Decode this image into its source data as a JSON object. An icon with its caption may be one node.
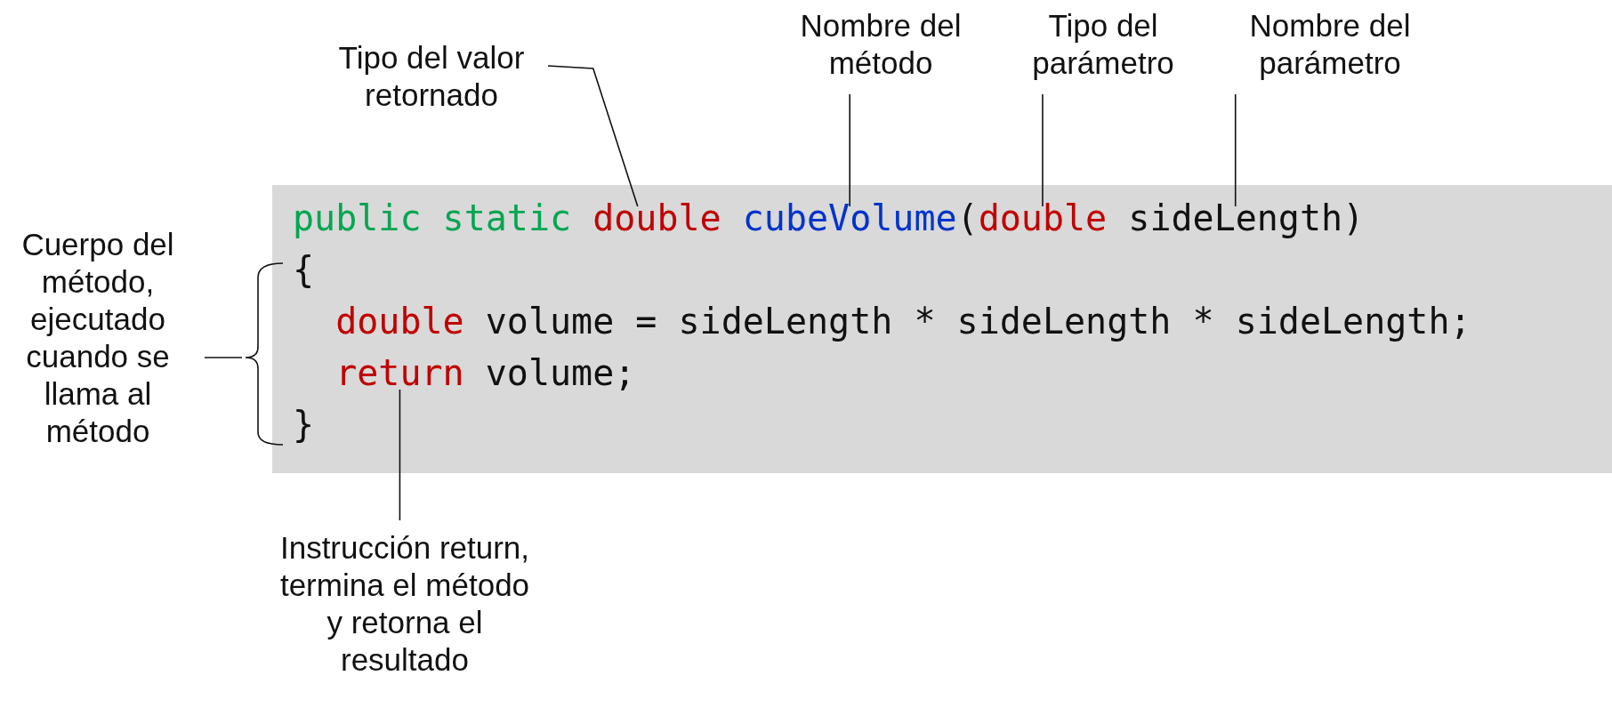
{
  "diagram": {
    "nodes": [
      {
        "text": [
          "public static double cubeVolume(double sideLength)",
          "{",
          "double volume = sideLength * sideLength * sideLength;",
          "return volume;",
          "}"
        ]
      },
      {
        "text": [
          "Tipo del valor retornado"
        ]
      },
      {
        "text": [
          "Nombre del método"
        ]
      },
      {
        "text": [
          "Tipo del parámetro"
        ]
      },
      {
        "text": [
          "Nombre del parámetro"
        ]
      },
      {
        "text": [
          "Cuerpo del método, ejecutado cuando se llama al método"
        ]
      },
      {
        "text": [
          "Instrucción return, termina el método y retorna el resultado"
        ]
      }
    ],
    "edges": [
      {
        "from": 1,
        "to": 0,
        "arrow": "none"
      },
      {
        "from": 2,
        "to": 0,
        "arrow": "none"
      },
      {
        "from": 3,
        "to": 0,
        "arrow": "none"
      },
      {
        "from": 4,
        "to": 0,
        "arrow": "none"
      },
      {
        "from": 5,
        "to": 0,
        "arrow": "none"
      },
      {
        "from": 6,
        "to": 0,
        "arrow": "none"
      }
    ]
  }
}
